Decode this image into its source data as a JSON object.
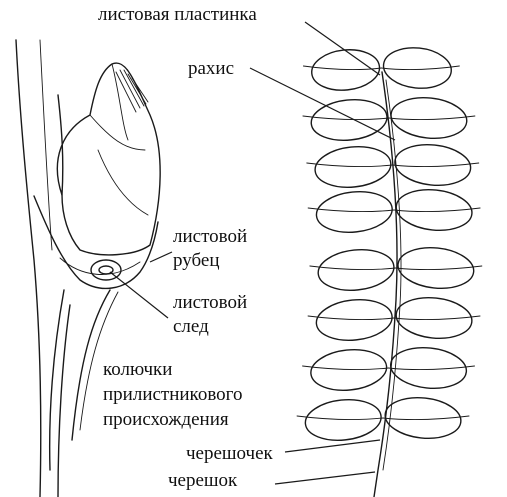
{
  "labels": {
    "leaf_blade": "листовая пластинка",
    "rachis": "рахис",
    "leaf_scar_line1": "листовой",
    "leaf_scar_line2": "рубец",
    "leaf_trace_line1": "листовой",
    "leaf_trace_line2": "след",
    "spines_line1": "колючки",
    "spines_line2": "прилистникового",
    "spines_line3": "происхождения",
    "petiolule": "черешочек",
    "petiole": "черешок"
  },
  "leaflet_pairs": 8,
  "colors": {
    "ink": "#1a1a1a",
    "background": "#ffffff"
  }
}
